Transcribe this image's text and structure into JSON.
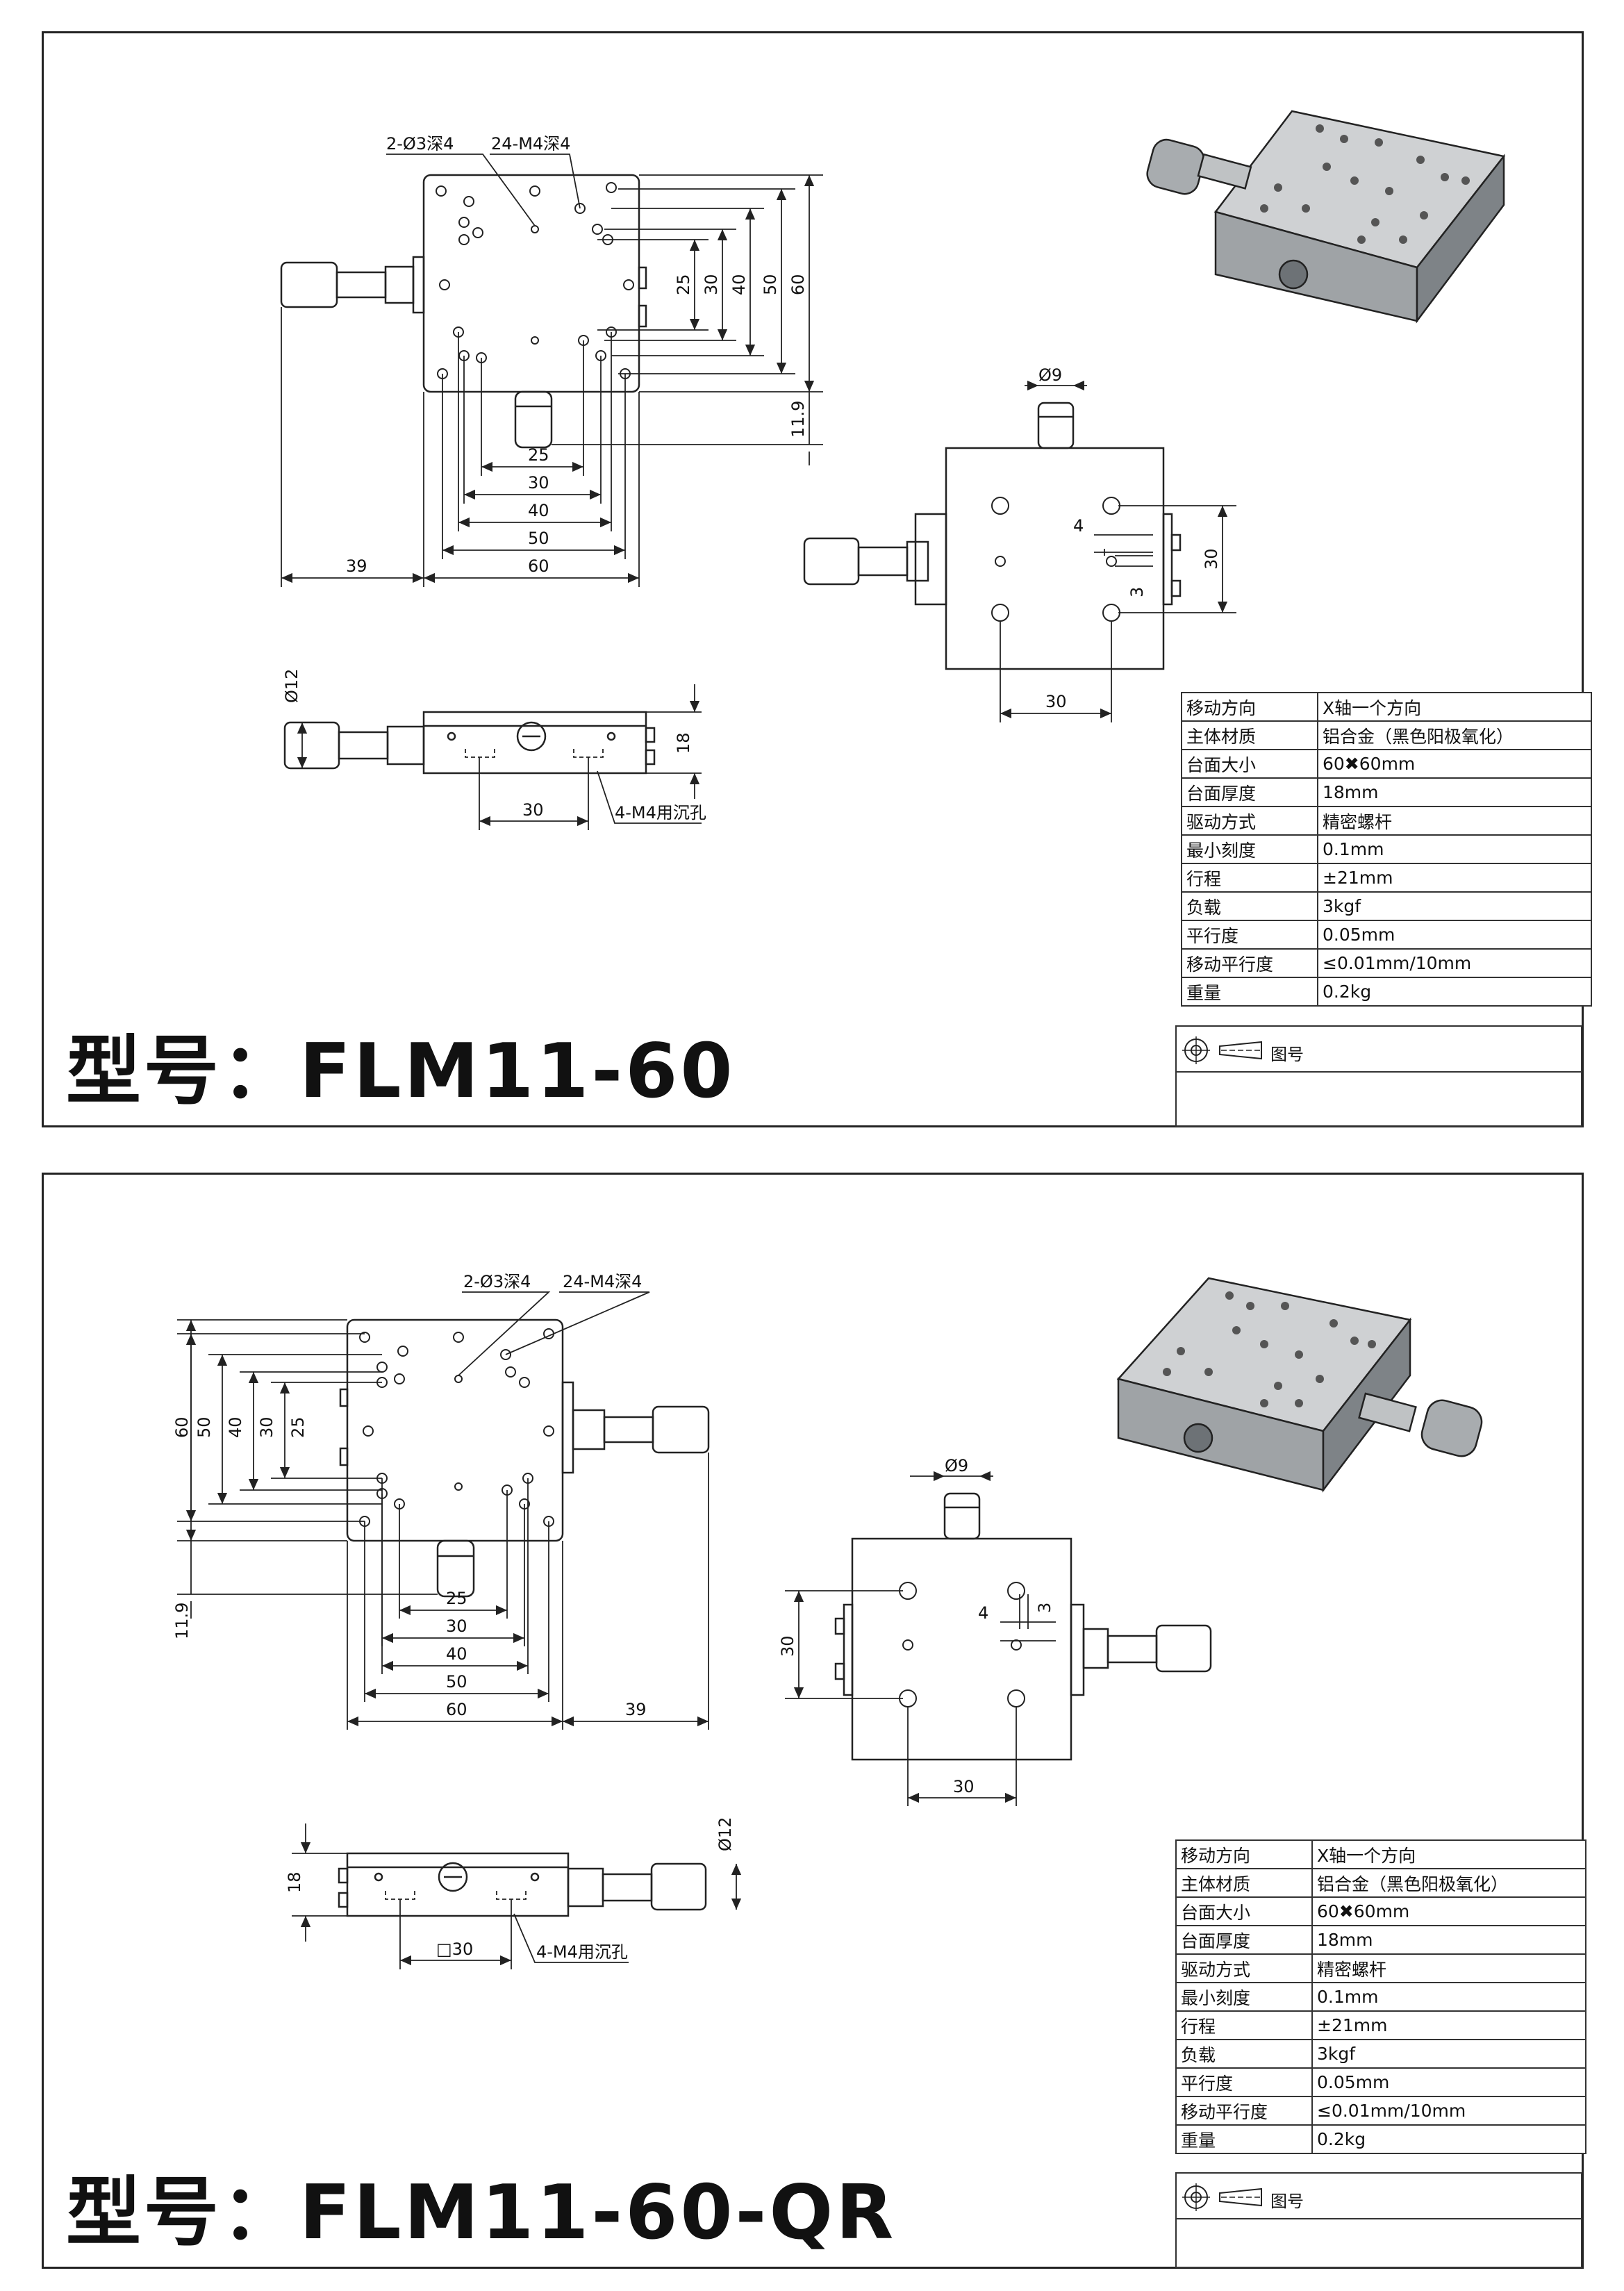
{
  "sheet1": {
    "model_label": "型号：",
    "model_number": "FLM11-60",
    "callouts": {
      "pin_holes": "2-Ø3深4",
      "tap_holes": "24-M4深4",
      "counterbore": "4-M4用沉孔",
      "knob_dia": "Ø12",
      "shaft_dia": "Ø9"
    },
    "dims_top": {
      "d25v": "25",
      "d30v": "30",
      "d40v": "40",
      "d50v": "50",
      "d60v": "60",
      "d11_9": "11.9",
      "d25h": "25",
      "d30h": "30",
      "d40h": "40",
      "d50h": "50",
      "d60h": "60",
      "d39": "39"
    },
    "dims_side": {
      "d18": "18",
      "d30": "30"
    },
    "dims_bottom": {
      "d4": "4",
      "d3": "3",
      "d30v": "30",
      "d30h": "30"
    }
  },
  "sheet2": {
    "model_label": "型号：",
    "model_number": "FLM11-60-QR",
    "callouts": {
      "pin_holes": "2-Ø3深4",
      "tap_holes": "24-M4深4",
      "counterbore": "4-M4用沉孔",
      "knob_dia": "Ø12",
      "shaft_dia": "Ø9"
    },
    "dims_top": {
      "d25v": "25",
      "d30v": "30",
      "d40v": "40",
      "d50v": "50",
      "d60v": "60",
      "d11_9": "11.9",
      "d25h": "25",
      "d30h": "30",
      "d40h": "40",
      "d50h": "50",
      "d60h": "60",
      "d39": "39"
    },
    "dims_side": {
      "d18": "18",
      "d30": "□30"
    },
    "dims_bottom": {
      "d4": "4",
      "d3": "3",
      "d30v": "30",
      "d30h": "30"
    }
  },
  "spec_table": [
    {
      "key": "移动方向",
      "value": "X轴一个方向"
    },
    {
      "key": "主体材质",
      "value": "铝合金（黑色阳极氧化）"
    },
    {
      "key": "台面大小",
      "value": "60✖60mm"
    },
    {
      "key": "台面厚度",
      "value": "18mm"
    },
    {
      "key": "驱动方式",
      "value": "精密螺杆"
    },
    {
      "key": "最小刻度",
      "value": "0.1mm"
    },
    {
      "key": "行程",
      "value": "±21mm"
    },
    {
      "key": "负载",
      "value": "3kgf"
    },
    {
      "key": "平行度",
      "value": "0.05mm"
    },
    {
      "key": "移动平行度",
      "value": "≤0.01mm/10mm"
    },
    {
      "key": "重量",
      "value": "0.2kg"
    }
  ],
  "legend": {
    "label": "图号"
  }
}
